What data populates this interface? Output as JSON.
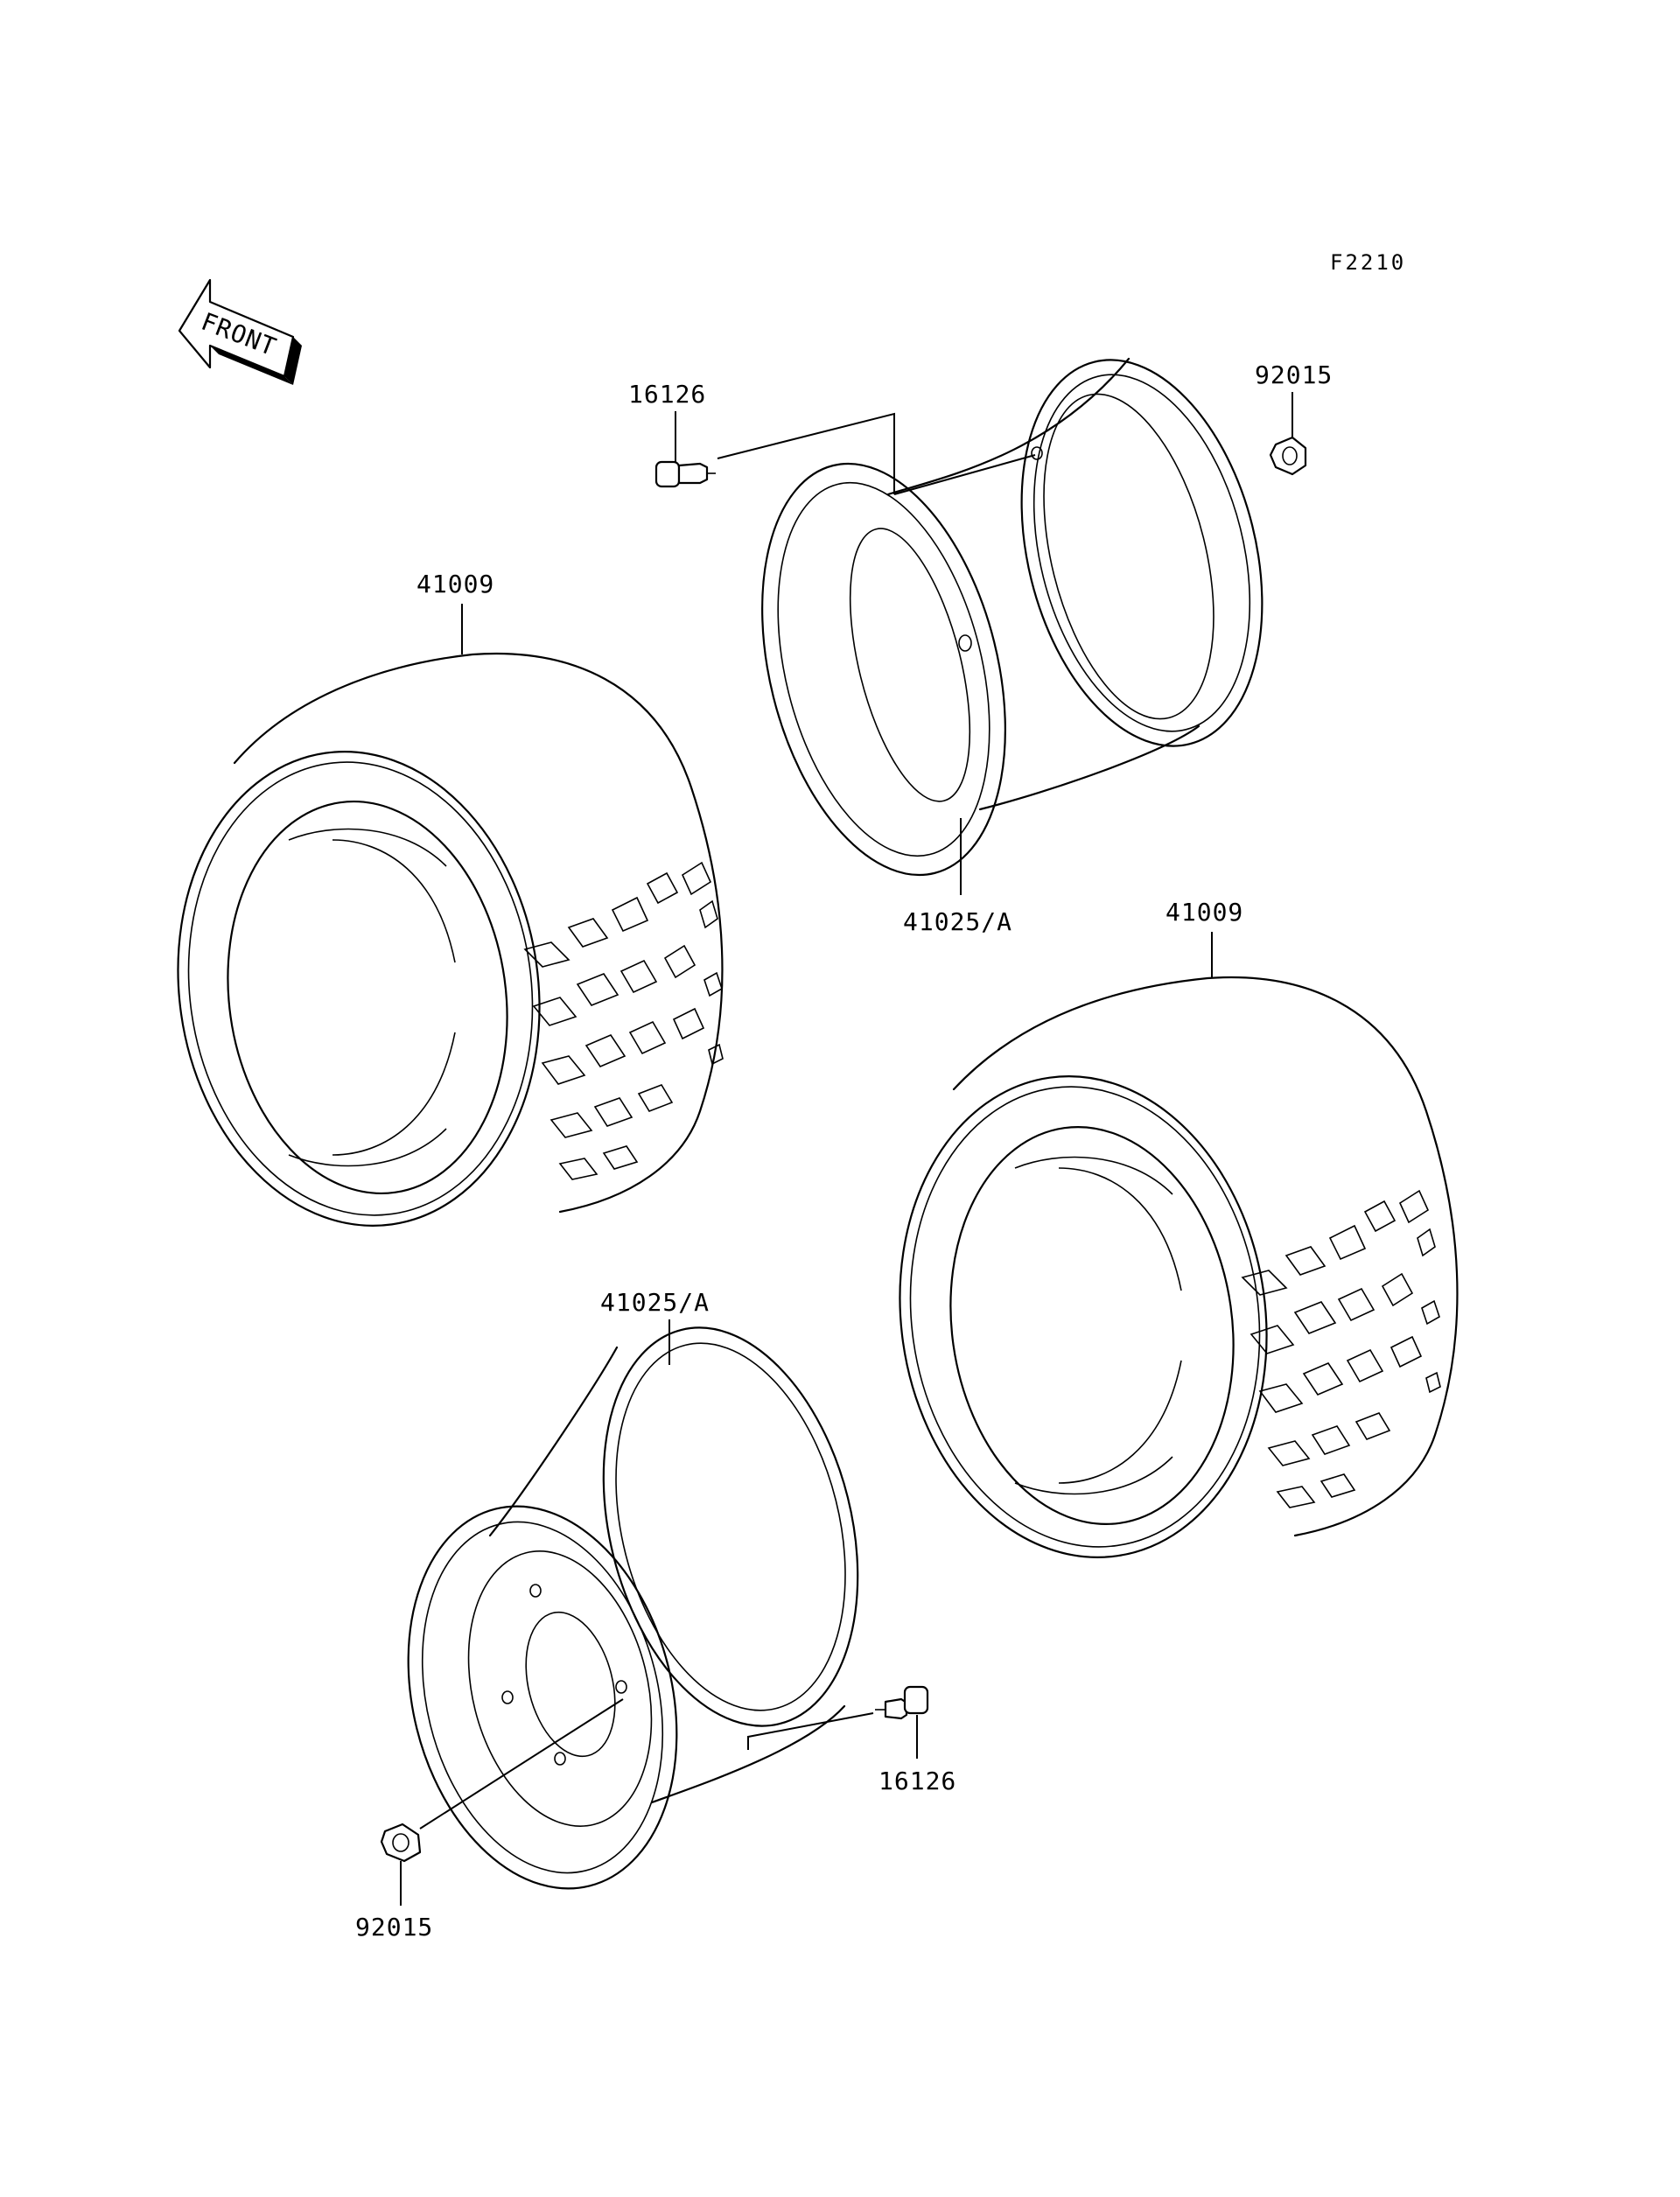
{
  "figure_id": "F2210",
  "front_label": "FRONT",
  "parts": {
    "valve_top": "16126",
    "nut_top": "92015",
    "tire_left": "41009",
    "wheel_top": "41025/A",
    "tire_right": "41009",
    "wheel_bottom": "41025/A",
    "valve_bottom": "16126",
    "nut_bottom": "92015"
  }
}
